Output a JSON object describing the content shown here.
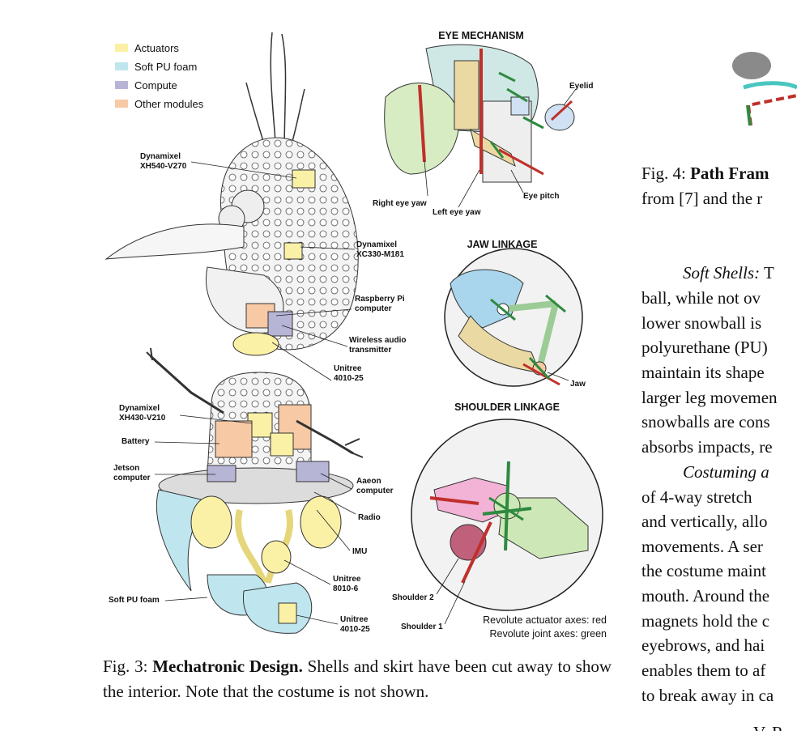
{
  "figure3": {
    "legend": [
      {
        "label": "Actuators",
        "color": "#fbf1a6"
      },
      {
        "label": "Soft PU foam",
        "color": "#bfe6ef"
      },
      {
        "label": "Compute",
        "color": "#b7b5d6"
      },
      {
        "label": "Other modules",
        "color": "#f7c9a4"
      }
    ],
    "labels": {
      "dyn_xh540": [
        "Dynamixel",
        "XH540-V270"
      ],
      "dyn_xc330": [
        "Dynamixel",
        "XC330-M181"
      ],
      "raspberry": [
        "Raspberry Pi",
        "computer"
      ],
      "wireless": [
        "Wireless audio",
        "transmitter"
      ],
      "unitree_4010_top": [
        "Unitree",
        "4010-25"
      ],
      "dyn_xh430": [
        "Dynamixel",
        "XH430-V210"
      ],
      "battery": "Battery",
      "jetson": [
        "Jetson",
        "computer"
      ],
      "aaeon": [
        "Aaeon",
        "computer"
      ],
      "radio": "Radio",
      "imu": "IMU",
      "unitree_8010": [
        "Unitree",
        "8010-6"
      ],
      "soft_pu": "Soft PU foam",
      "unitree_4010_bottom": [
        "Unitree",
        "4010-25"
      ]
    },
    "eye": {
      "title": "EYE MECHANISM",
      "eyelid": "Eyelid",
      "right_eye_yaw": "Right eye yaw",
      "left_eye_yaw": "Left eye yaw",
      "eye_pitch": "Eye pitch"
    },
    "jaw": {
      "title": "JAW LINKAGE",
      "jaw": "Jaw"
    },
    "shoulder": {
      "title": "SHOULDER LINKAGE",
      "shoulder2": "Shoulder 2",
      "shoulder1": "Shoulder 1",
      "axes_red": "Revolute actuator axes: red",
      "axes_green": "Revolute joint axes: green"
    },
    "caption": {
      "prefix": "Fig. 3:",
      "bold": "Mechatronic Design.",
      "rest": "Shells and skirt have been cut away to show the interior. Note that the costume is not shown."
    },
    "colors": {
      "red_axis": "#c0302b",
      "green_axis": "#2e8a3f"
    }
  },
  "right_column": {
    "fig4_line1_prefix": "Fig. 4:",
    "fig4_line1_bold": "Path Fram",
    "fig4_line2": "from [7] and the r",
    "lines": [
      {
        "italic": "Soft Shells:",
        "text": " T"
      },
      {
        "italic": "",
        "text": "ball, while not ov"
      },
      {
        "italic": "",
        "text": "lower snowball is"
      },
      {
        "italic": "",
        "text": "polyurethane (PU)"
      },
      {
        "italic": "",
        "text": "maintain its shape"
      },
      {
        "italic": "",
        "text": "larger leg movemen"
      },
      {
        "italic": "",
        "text": "snowballs are cons"
      },
      {
        "italic": "",
        "text": "absorbs impacts, re"
      },
      {
        "italic": "Costuming a",
        "text": ""
      },
      {
        "italic": "",
        "text": "of 4-way stretch"
      },
      {
        "italic": "",
        "text": "and vertically, allo"
      },
      {
        "italic": "",
        "text": "movements. A ser"
      },
      {
        "italic": "",
        "text": "the costume maint"
      },
      {
        "italic": "",
        "text": "mouth. Around the"
      },
      {
        "italic": "",
        "text": "magnets hold the c"
      },
      {
        "italic": "",
        "text": "eyebrows, and hai"
      },
      {
        "italic": "",
        "text": "enables them to af"
      },
      {
        "italic": "",
        "text": "to break away in ca"
      }
    ],
    "heading_fragment": "V. R"
  }
}
